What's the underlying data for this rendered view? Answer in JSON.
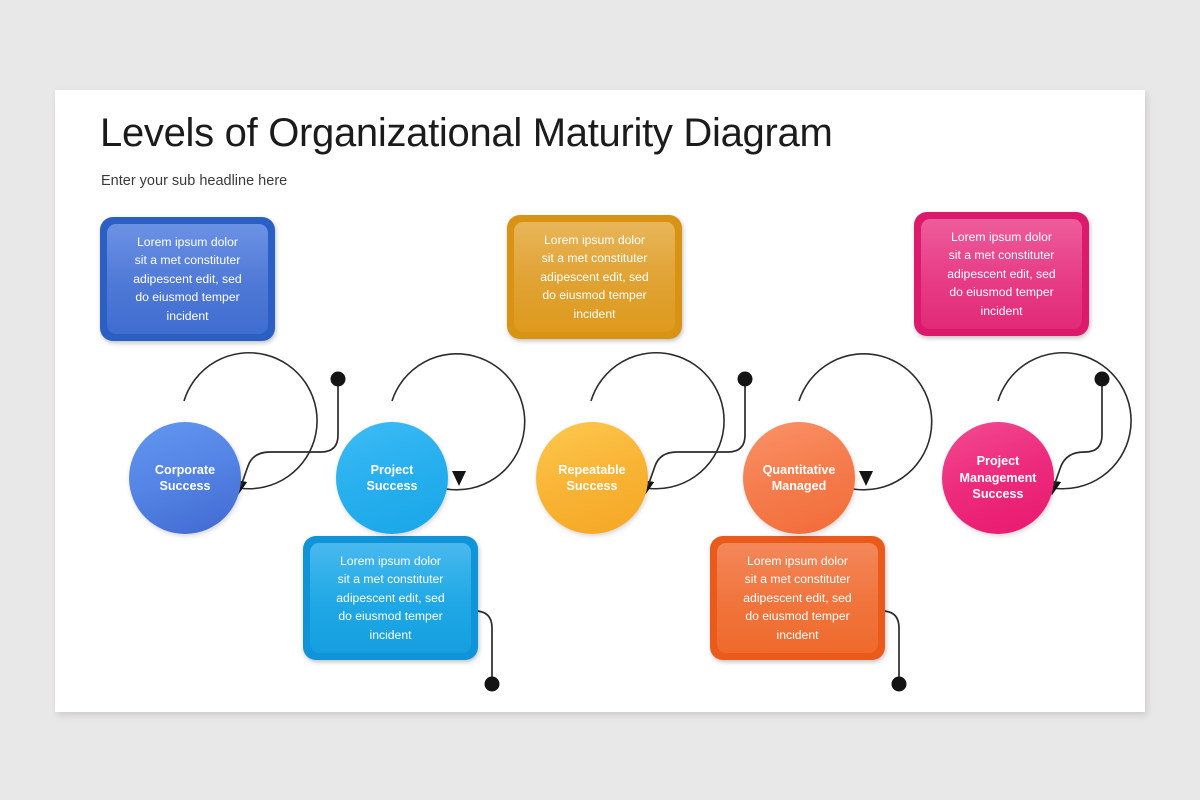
{
  "slide": {
    "title": "Levels of Organizational Maturity Diagram",
    "subtitle": "Enter your sub headline here",
    "background": "#ffffff",
    "page_background": "#e9e8e8"
  },
  "body_text": "Lorem ipsum dolor\nsit a met constituter\nadipescent  edit, sed\ndo eiusmod temper\nincident",
  "stages": [
    {
      "index": 1,
      "circle_label": "Corporate\nSuccess",
      "card_text": "Lorem ipsum dolor\nsit a met constituter\nadipescent  edit, sed\ndo eiusmod temper\nincident",
      "card_position": "top",
      "color_outer": "#2b5fc4",
      "color_inner_top": "#6b92e4",
      "color_inner_bottom": "#3f6dd0",
      "circle_top": "#5f90ef",
      "circle_bottom": "#4168cf",
      "arrow_direction": "up"
    },
    {
      "index": 2,
      "circle_label": "Project\nSuccess",
      "card_text": "Lorem ipsum dolor\nsit a met constituter\nadipescent  edit, sed\ndo eiusmod temper\nincident",
      "card_position": "bottom",
      "color_outer": "#0f94d9",
      "color_inner_top": "#48b9ee",
      "color_inner_bottom": "#159fe0",
      "circle_top": "#33b6f2",
      "circle_bottom": "#18a6e8",
      "arrow_direction": "down"
    },
    {
      "index": 3,
      "circle_label": "Repeatable\nSuccess",
      "card_text": "Lorem ipsum dolor\nsit a met constituter\nadipescent  edit, sed\ndo eiusmod temper\nincident",
      "card_position": "top",
      "color_outer": "#d99314",
      "color_inner_top": "#e8b559",
      "color_inner_bottom": "#dd9a1d",
      "circle_top": "#fcc246",
      "circle_bottom": "#f5a623",
      "arrow_direction": "up"
    },
    {
      "index": 4,
      "circle_label": "Quantitative\nManaged",
      "card_text": "Lorem ipsum dolor\nsit a met constituter\nadipescent  edit, sed\ndo eiusmod temper\nincident",
      "card_position": "bottom",
      "color_outer": "#ea5a1a",
      "color_inner_top": "#f4875a",
      "color_inner_bottom": "#ef6a2c",
      "circle_top": "#fa8b5f",
      "circle_bottom": "#f26b38",
      "arrow_direction": "down"
    },
    {
      "index": 5,
      "circle_label": "Project\nManagement\nSuccess",
      "card_text": "Lorem ipsum dolor\nsit a met constituter\nadipescent  edit, sed\ndo eiusmod temper\nincident",
      "card_position": "top",
      "color_outer": "#db1a6b",
      "color_inner_top": "#ee5c9b",
      "color_inner_bottom": "#e22a78",
      "circle_top": "#f03a88",
      "circle_bottom": "#e8196f",
      "arrow_direction": "up"
    }
  ],
  "connector": {
    "line_color": "#2c2c2c",
    "dot_color": "#141414",
    "arrow_color": "#141414"
  }
}
